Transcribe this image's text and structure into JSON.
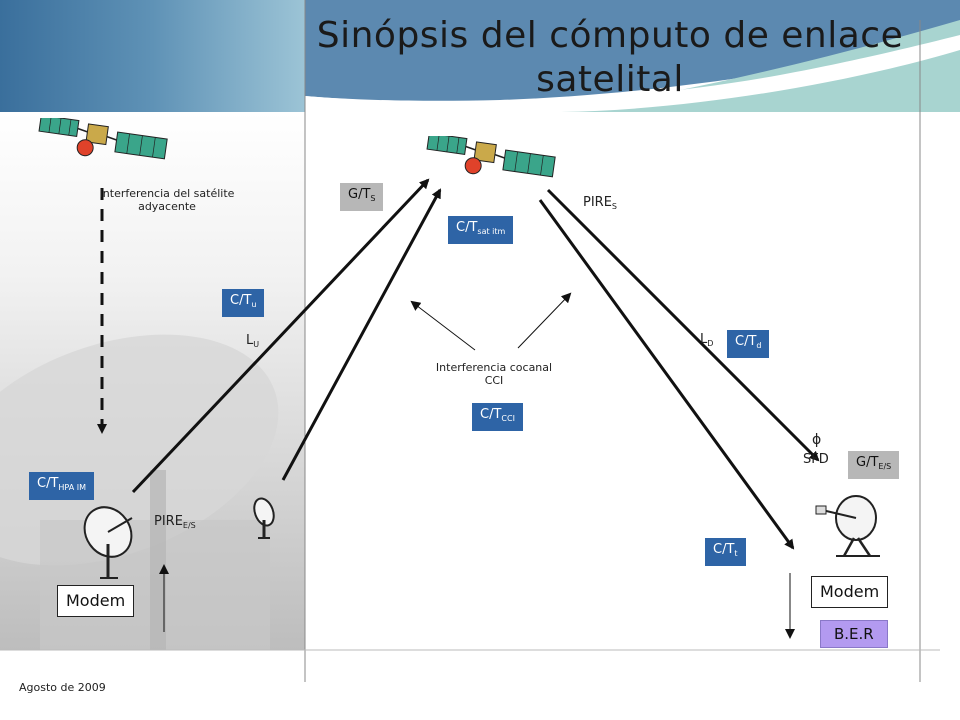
{
  "title_line1": "Sinópsis del cómputo de enlace",
  "title_line2": "satelital",
  "labels": {
    "interferencia_adyacente": "Interferencia del satélite adyacente",
    "interferencia_cocanal_1": "Interferencia cocanal",
    "interferencia_cocanal_2": "CCI"
  },
  "boxes": {
    "g_t_s": {
      "main": "G/T",
      "sub": "S"
    },
    "c_t_sat": {
      "main": "C/T",
      "sub": "sat itm"
    },
    "c_t_u": {
      "main": "C/T",
      "sub": "u"
    },
    "c_t_d": {
      "main": "C/T",
      "sub": "d"
    },
    "c_t_cci": {
      "main": "C/T",
      "sub": "CCI"
    },
    "c_t_hpa": {
      "main": "C/T",
      "sub": "HPA IM"
    },
    "c_t_t": {
      "main": "C/T",
      "sub": "t"
    },
    "g_t_es": {
      "main": "G/T",
      "sub": "E/S"
    },
    "ber": "B.E.R"
  },
  "text": {
    "pire_s": {
      "main": "PIRE",
      "sub": "S"
    },
    "pire_es": {
      "main": "PIRE",
      "sub": "E/S"
    },
    "l_u": {
      "main": "L",
      "sub": "U"
    },
    "l_d": {
      "main": "L",
      "sub": "D"
    },
    "phi": "ϕ",
    "sfd": "SFD"
  },
  "modem_left": "Modem",
  "modem_right": "Modem",
  "footer_date": "Agosto de 2009",
  "colors": {
    "box_blue": "#2e64a6",
    "box_gray": "#b7b7b7",
    "ber_violet": "#b39af0",
    "banner_dark": "#2a5f8f",
    "banner_light": "#a8d4d0"
  }
}
